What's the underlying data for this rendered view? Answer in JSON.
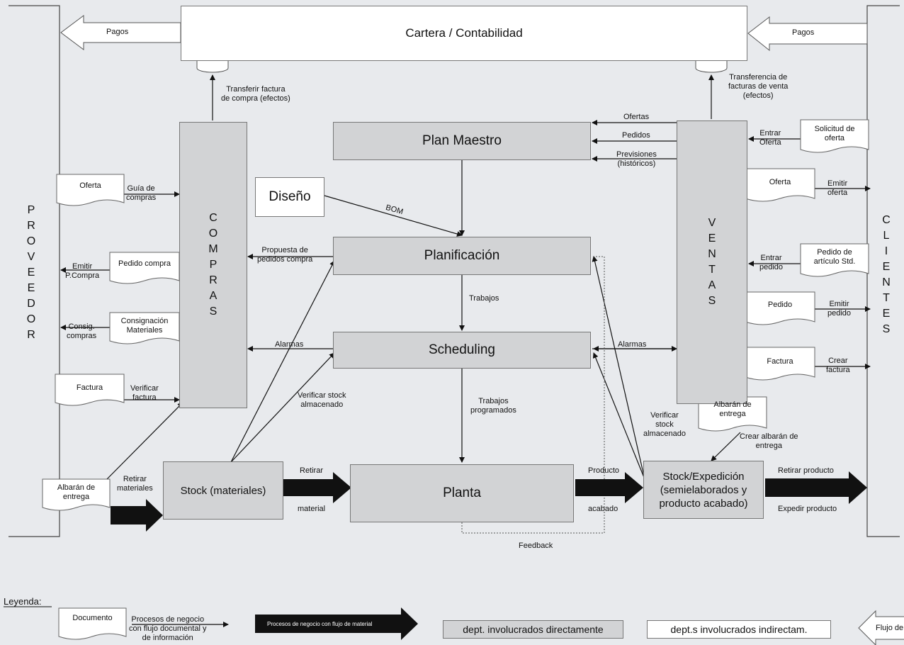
{
  "top_bar": {
    "title": "Cartera / Contabilidad",
    "pagos_left": "Pagos",
    "pagos_right": "Pagos"
  },
  "left_column": {
    "letters": "PROVEEDOR"
  },
  "right_column": {
    "letters": "CLIENTES"
  },
  "compras": {
    "letters": "COMPRAS"
  },
  "ventas": {
    "letters": "VENTAS"
  },
  "boxes": {
    "plan_maestro": "Plan Maestro",
    "diseno": "Diseño",
    "planificacion": "Planificación",
    "scheduling": "Scheduling",
    "planta": "Planta",
    "stock_materiales": "Stock (materiales)",
    "stock_expedicion": "Stock/Expedición\n(semielaborados y\nproducto acabado)"
  },
  "documents": {
    "oferta_left": "Oferta",
    "pedido_compra": "Pedido compra",
    "consignacion": "Consignación\nMateriales",
    "factura_left": "Factura",
    "albaran_left": "Albarán de\nentrega",
    "solicitud_oferta": "Solicitud de\noferta",
    "oferta_right": "Oferta",
    "pedido_articulo": "Pedido de\nartículo Std.",
    "pedido_right": "Pedido",
    "factura_right": "Factura",
    "albaran_right": "Albarán de\nentrega"
  },
  "labels": {
    "transferir_factura": "Transferir factura\nde compra (efectos)",
    "transferencia_ventas": "Transferencia de\nfacturas de venta\n(efectos)",
    "guia_compras": "Guía de\ncompras",
    "emitir_pcompra": "Emitir\nP.Compra",
    "consig_compras": "Consig.\ncompras",
    "verificar_factura": "Verificar\nfactura",
    "retirar_materiales": "Retirar\nmateriales",
    "ofertas": "Ofertas",
    "pedidos": "Pedidos",
    "previsiones": "Previsiones\n(históricos)",
    "entrar_oferta": "Entrar\nOferta",
    "emitir_oferta": "Emitir\noferta",
    "entrar_pedido": "Entrar\npedido",
    "emitir_pedido": "Emitir\npedido",
    "crear_factura": "Crear\nfactura",
    "bom": "BOM",
    "propuesta": "Propuesta de\npedidos compra",
    "trabajos": "Trabajos",
    "alarmas_left": "Alarmas",
    "alarmas_right": "Alarmas",
    "verificar_stock_left": "Verificar stock\nalmacenado",
    "trabajos_programados": "Trabajos\nprogramados",
    "verificar_stock_right": "Verificar\nstock\nalmacenado",
    "crear_albaran": "Crear albarán de\nentrega",
    "retirar": "Retirar",
    "material": "material",
    "producto": "Producto",
    "acabado": "acabado",
    "retirar_producto": "Retirar producto",
    "expedir_producto": "Expedir producto",
    "feedback": "Feedback"
  },
  "legend": {
    "title": "Leyenda:",
    "documento": "Documento",
    "procesos_doc": "Procesos de negocio\ncon flujo documental y\nde información",
    "procesos_material": "Procesos de negocio con flujo de material",
    "dept_directos": "dept. involucrados directamente",
    "dept_indirectos": "dept.s involucrados indirectam.",
    "flujo_c": "Flujo de c"
  },
  "colors": {
    "background": "#e8eaed",
    "gray_box": "#d2d3d5",
    "white_box": "#ffffff",
    "material_arrow": "#111111"
  }
}
